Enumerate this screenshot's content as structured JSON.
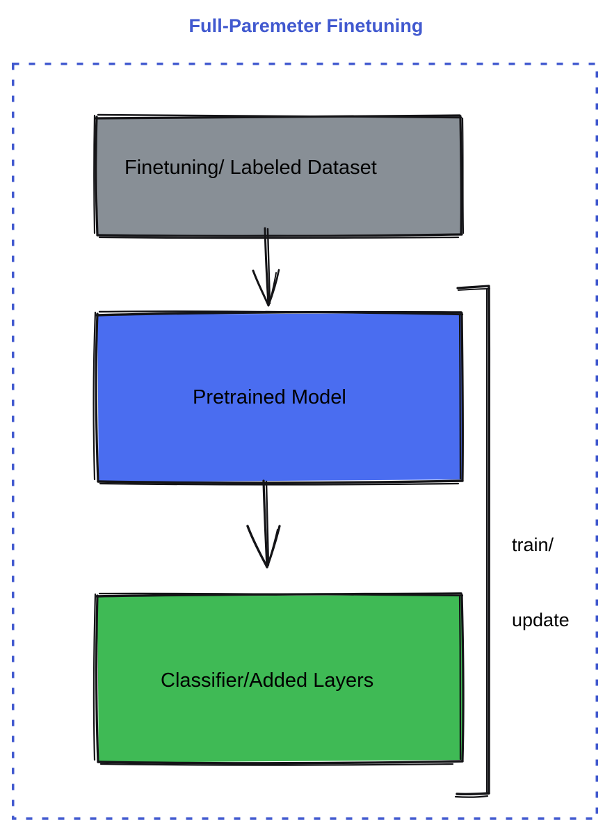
{
  "diagram": {
    "title": "Full-Paremeter Finetuning",
    "title_color": "#4159cf",
    "background": "#ffffff",
    "frame": {
      "name": "dashed-boundary",
      "style": "dashed",
      "color": "#4159cf"
    },
    "nodes": [
      {
        "id": "dataset",
        "label": "Finetuning/ Labeled Dataset",
        "fill": "#888f96",
        "stroke": "#1b1b1f",
        "shape": "rectangle",
        "style": "hand-drawn"
      },
      {
        "id": "pretrained",
        "label": "Pretrained Model",
        "fill": "#4a6df0",
        "stroke": "#1b1b1f",
        "shape": "rectangle",
        "style": "hand-drawn"
      },
      {
        "id": "classifier",
        "label": "Classifier/Added Layers",
        "fill": "#3fba55",
        "stroke": "#1b1b1f",
        "shape": "rectangle",
        "style": "hand-drawn"
      }
    ],
    "connectors": [
      {
        "id": "dataset-to-model",
        "from": "dataset",
        "to": "pretrained",
        "kind": "arrow",
        "direction": "down",
        "label": ""
      },
      {
        "id": "model-to-classifier",
        "from": "pretrained",
        "to": "classifier",
        "kind": "arrow",
        "direction": "down",
        "label": ""
      },
      {
        "id": "train-update-bracket",
        "from": "classifier",
        "to": "pretrained",
        "kind": "bracket",
        "direction": "up",
        "label_line1": "train/",
        "label_line2": "update"
      }
    ]
  }
}
